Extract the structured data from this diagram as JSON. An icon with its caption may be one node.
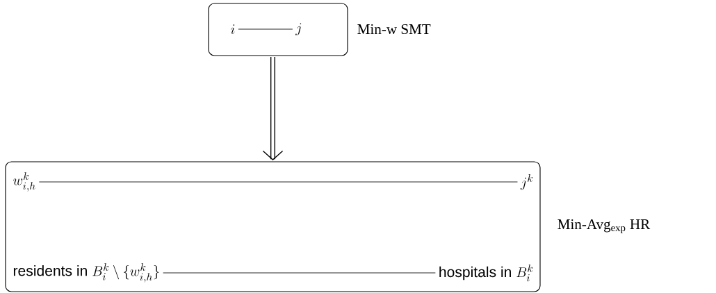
{
  "diagram": {
    "nodes": [
      {
        "text": [],
        "shape": "box",
        "beside": [
          "Min-w SMT"
        ]
      },
      {
        "text": [
          "i"
        ],
        "in": 0
      },
      {
        "text": [
          "j"
        ],
        "in": 0
      },
      {
        "text": [],
        "shape": "box",
        "beside": [
          "Min-Avg$_{exp}$ HR"
        ]
      },
      {
        "text": [
          "w_{i,h}^k"
        ],
        "in": 3
      },
      {
        "text": [
          "j^k"
        ],
        "in": 3
      },
      {
        "text": [
          "\\text{residents in } B_i^k \\setminus \\{w_{i,h}^k\\}"
        ],
        "in": 3
      },
      {
        "text": [
          "\\text{hospitals in } B_i^k"
        ],
        "in": 3
      }
    ],
    "edges": [
      {
        "from": 1,
        "to": 2,
        "arrow": "none"
      },
      {
        "from": 0,
        "to": 3,
        "arrow": "to",
        "style": "thick"
      },
      {
        "from": 4,
        "to": 5,
        "arrow": "none"
      },
      {
        "from": 6,
        "to": 7,
        "arrow": "none"
      }
    ]
  }
}
